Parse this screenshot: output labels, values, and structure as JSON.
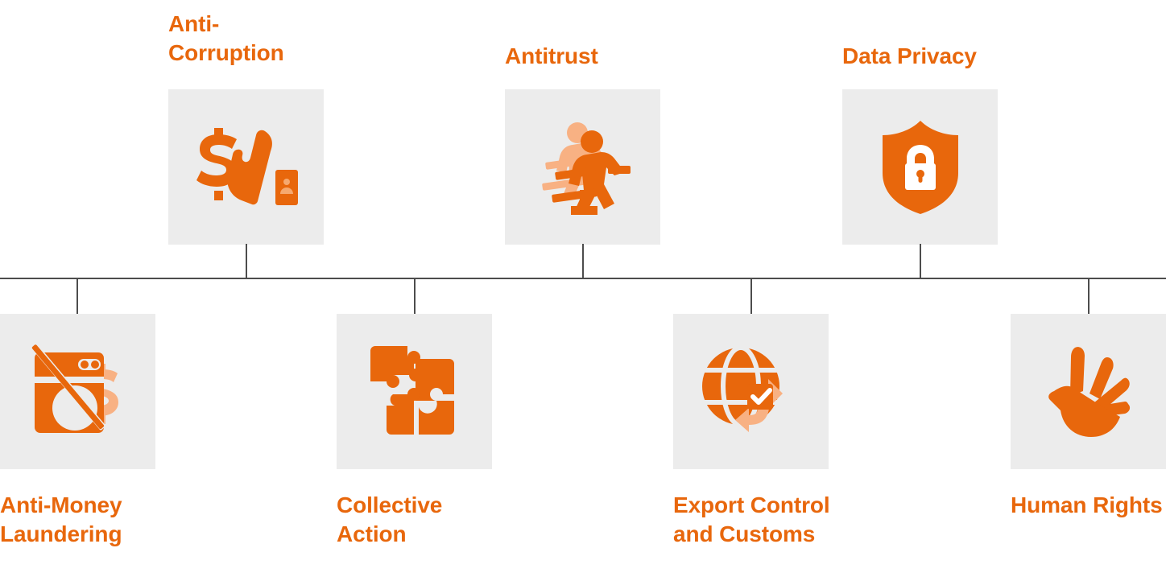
{
  "diagram": {
    "type": "org-tree",
    "accent_color": "#e8670c",
    "accent_light_color": "#f8b183",
    "tile_bg_color": "#ececec",
    "line_color": "#4d4d4d",
    "background_color": "#ffffff",
    "top_row": [
      {
        "label": "Anti-\nCorruption",
        "icon": "money-in-hand-icon"
      },
      {
        "label": "Antitrust",
        "icon": "runners-race-icon"
      },
      {
        "label": "Data Privacy",
        "icon": "shield-lock-icon"
      }
    ],
    "bottom_row": [
      {
        "label": "Anti-Money\nLaundering",
        "icon": "no-money-laundering-icon"
      },
      {
        "label": "Collective\nAction",
        "icon": "puzzle-pieces-icon"
      },
      {
        "label": "Export Control\nand Customs",
        "icon": "globe-check-arrows-icon"
      },
      {
        "label": "Human Rights",
        "icon": "human-rights-dove-icon"
      }
    ]
  }
}
